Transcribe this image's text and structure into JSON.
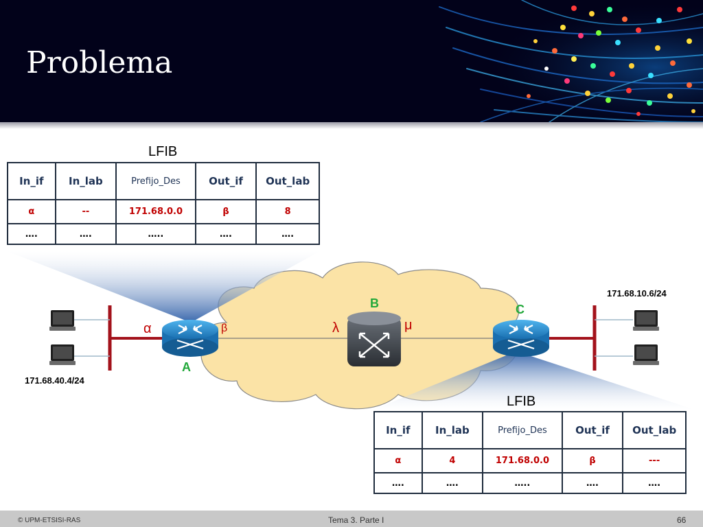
{
  "slide": {
    "title": "Problema",
    "footer_copyright": "© UPM-ETSISI-RAS",
    "footer_center": "Tema 3. Parte I",
    "page_number": "66"
  },
  "lfib_top": {
    "title": "LFIB",
    "headers": [
      "In_if",
      "In_lab",
      "Prefijo_Des",
      "Out_if",
      "Out_lab"
    ],
    "row1": [
      "α",
      "--",
      "171.68.0.0",
      "β",
      "8"
    ],
    "row2": [
      "….",
      "….",
      "…..",
      "….",
      "…."
    ]
  },
  "lfib_bottom": {
    "title": "LFIB",
    "headers": [
      "In_if",
      "In_lab",
      "Prefijo_Des",
      "Out_if",
      "Out_lab"
    ],
    "row1": [
      "α",
      "4",
      "171.68.0.0",
      "β",
      "---"
    ],
    "row2": [
      "….",
      "….",
      "…..",
      "….",
      "…."
    ]
  },
  "network": {
    "node_a": "A",
    "node_b": "B",
    "node_c": "C",
    "left_subnet": "171.68.40.4/24",
    "right_subnet": "171.68.10.6/24",
    "iface_alpha": "α",
    "iface_beta": "β",
    "iface_lambda": "λ",
    "iface_mu": "μ"
  },
  "colors": {
    "header_bg": "#02021a",
    "cloud_fill": "#fbe3a6",
    "router_blue": "#2a8ed4",
    "link_red": "#a3121b",
    "node_label_green": "#22a83a",
    "table_red_text": "#c00000"
  },
  "icons": [
    "fiber-optic-photo",
    "router-icon",
    "switch-icon",
    "laptop-icon"
  ]
}
